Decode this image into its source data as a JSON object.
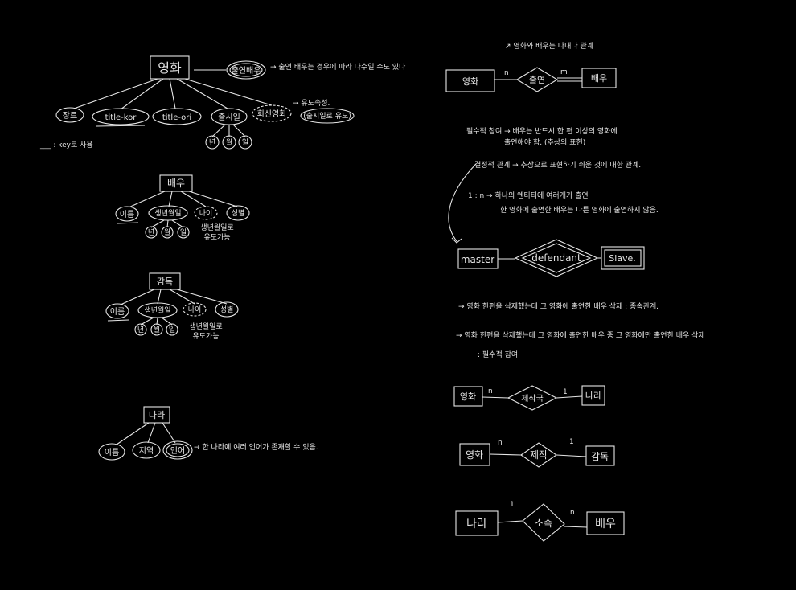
{
  "movie": {
    "entity": "영화",
    "attrs": [
      "장르",
      "title-kor",
      "title-ori",
      "출시일",
      "회신영화"
    ],
    "multivalued": "출연배우",
    "multi_note": "→ 출연 배우는 경우에 따라 다수일 수도 있다",
    "derived_note1": "→ 유도속성.",
    "derived_note2": "(출시일로 유도)",
    "date_parts": [
      "년",
      "월",
      "일"
    ],
    "key_legend": "___ : key로 사용"
  },
  "actor": {
    "entity": "배우",
    "attrs": [
      "이름",
      "생년월일",
      "나이",
      "성별"
    ],
    "date_parts": [
      "년",
      "월",
      "일"
    ],
    "note1": "생년월일로",
    "note2": "유도가능"
  },
  "director": {
    "entity": "감독",
    "attrs": [
      "이름",
      "생년월일",
      "나이",
      "성별"
    ],
    "date_parts": [
      "년",
      "월",
      "일"
    ],
    "note1": "생년월일로",
    "note2": "유도가능"
  },
  "country": {
    "entity": "나라",
    "attrs": [
      "이름",
      "지역",
      "언어"
    ],
    "note": "→ 한 나라에 여러 언어가 존재할 수 있음."
  },
  "rel_top": {
    "note": "↗ 영화와 배우는 다대다 관계",
    "left": "영화",
    "diamond": "출연",
    "right": "배우",
    "card_left": "n",
    "card_right": "m"
  },
  "notes": {
    "n1a": "필수적 참여 → 배우는 반드시 한 편 이상의 영화에",
    "n1b": "출연해야 함. (추상의 표현)",
    "n2": "결정적 관계 → 추상으로 표현하기 쉬운 것에 대한 관계.",
    "n3a": "1 : n → 하나의 엔티티에 여러개가 출연",
    "n3b": "한 영화에 출연한 배우는 다른 영화에 출연하지 않음.",
    "n4": "→ 영화 한편을 삭제했는데 그 영화에 출연한 배우 삭제 : 종속관계.",
    "n5a": "→ 영화 한편을 삭제했는데 그 영화에 출연한 배우 중 그 영화에만 출연한 배우 삭제",
    "n5b": ": 필수적 참여."
  },
  "rel_dep": {
    "left": "master",
    "diamond": "defendant",
    "right": "Slave."
  },
  "rel1": {
    "left": "영화",
    "diamond": "제작국",
    "right": "나라",
    "card_left": "n",
    "card_right": "1"
  },
  "rel2": {
    "left": "영화",
    "diamond": "제작",
    "right": "감독",
    "card_left": "n",
    "card_right": "1"
  },
  "rel3": {
    "left": "나라",
    "diamond": "소속",
    "right": "배우",
    "card_left": "1",
    "card_right": "n"
  }
}
